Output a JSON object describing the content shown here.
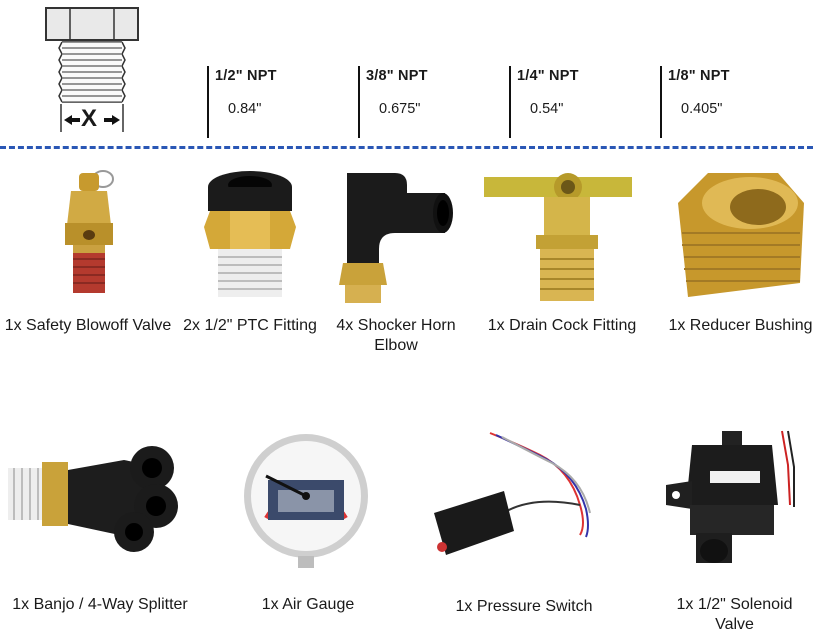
{
  "diagram": {
    "width_label": "X"
  },
  "npt_table": [
    {
      "size": "1/2\" NPT",
      "dimension": "0.84\""
    },
    {
      "size": "3/8\" NPT",
      "dimension": "0.675\""
    },
    {
      "size": "1/4\" NPT",
      "dimension": "0.54\""
    },
    {
      "size": "1/8\" NPT",
      "dimension": "0.405\""
    }
  ],
  "parts": [
    {
      "qty": "1x",
      "name": "Safety Blowoff Valve",
      "icon": "safety-valve-icon"
    },
    {
      "qty": "2x",
      "name": "1/2\" PTC",
      "name2": "Fitting",
      "icon": "ptc-fitting-icon"
    },
    {
      "qty": "4x",
      "name": "Shocker Horn",
      "name2": "Elbow",
      "icon": "elbow-fitting-icon"
    },
    {
      "qty": "1x",
      "name": "Drain Cock Fitting",
      "icon": "drain-cock-icon"
    },
    {
      "qty": "1x",
      "name": "Reducer Bushing",
      "icon": "reducer-bushing-icon"
    },
    {
      "qty": "1x",
      "name": "Banjo / 4-Way Splitter",
      "icon": "splitter-icon"
    },
    {
      "qty": "1x",
      "name": "Air Gauge",
      "icon": "air-gauge-icon"
    },
    {
      "qty": "1x",
      "name": "Pressure Switch",
      "icon": "pressure-switch-icon"
    },
    {
      "qty": "1x",
      "name": "1/2\" Solenoid Valve",
      "icon": "solenoid-valve-icon"
    }
  ],
  "colors": {
    "divider": "#2a57b5",
    "brass": "#c9a23a",
    "black_plastic": "#1b1b1b"
  }
}
